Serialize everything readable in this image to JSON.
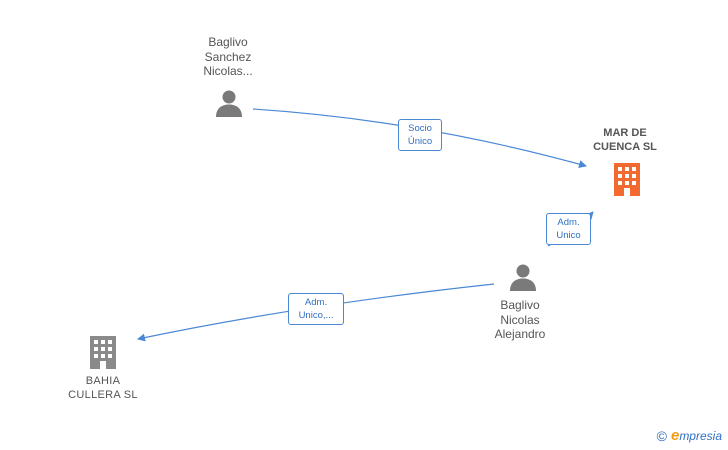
{
  "nodes": {
    "baglivo_sanchez": {
      "label": "Baglivo\nSanchez\nNicolas..."
    },
    "mar_de_cuenca": {
      "label": "MAR DE\nCUENCA  SL"
    },
    "baglivo_alejandro": {
      "label": "Baglivo\nNicolas\nAlejandro"
    },
    "bahia_cullera": {
      "label": "BAHIA\nCULLERA  SL"
    }
  },
  "edges": {
    "socio_unico": {
      "label": "Socio\nÚnico"
    },
    "adm_unico_1": {
      "label": "Adm.\nUnico"
    },
    "adm_unico_2": {
      "label": "Adm.\nUnico,..."
    }
  },
  "brand": {
    "copyright": "©",
    "initial": "e",
    "rest": "mpresia"
  },
  "colors": {
    "edge": "#4a87d4",
    "main_company": "#f26a2f",
    "company": "#8a8a8a",
    "person": "#7a7a7a"
  },
  "icons": {
    "person": "person-icon",
    "company": "building-icon"
  }
}
